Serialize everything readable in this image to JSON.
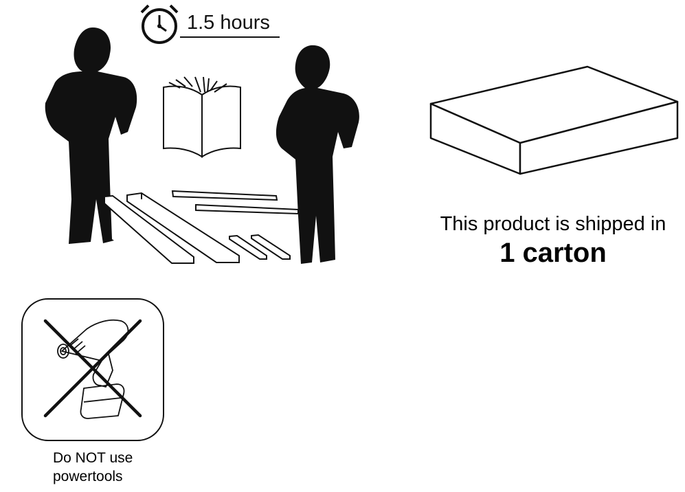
{
  "assembly": {
    "time_icon": "stopwatch-icon",
    "time_label": "1.5 hours",
    "illustration_icons": [
      "person-silhouette-icon",
      "open-manual-icon",
      "wooden-plank-icon"
    ]
  },
  "shipping": {
    "icon": "carton-box-icon",
    "text": "This product is shipped in",
    "count": "1 carton"
  },
  "warning": {
    "icon": "crossed-out-drill-icon",
    "lines": [
      "Do NOT use",
      "powertools"
    ]
  },
  "colors": {
    "ink": "#111111",
    "background": "#ffffff"
  }
}
